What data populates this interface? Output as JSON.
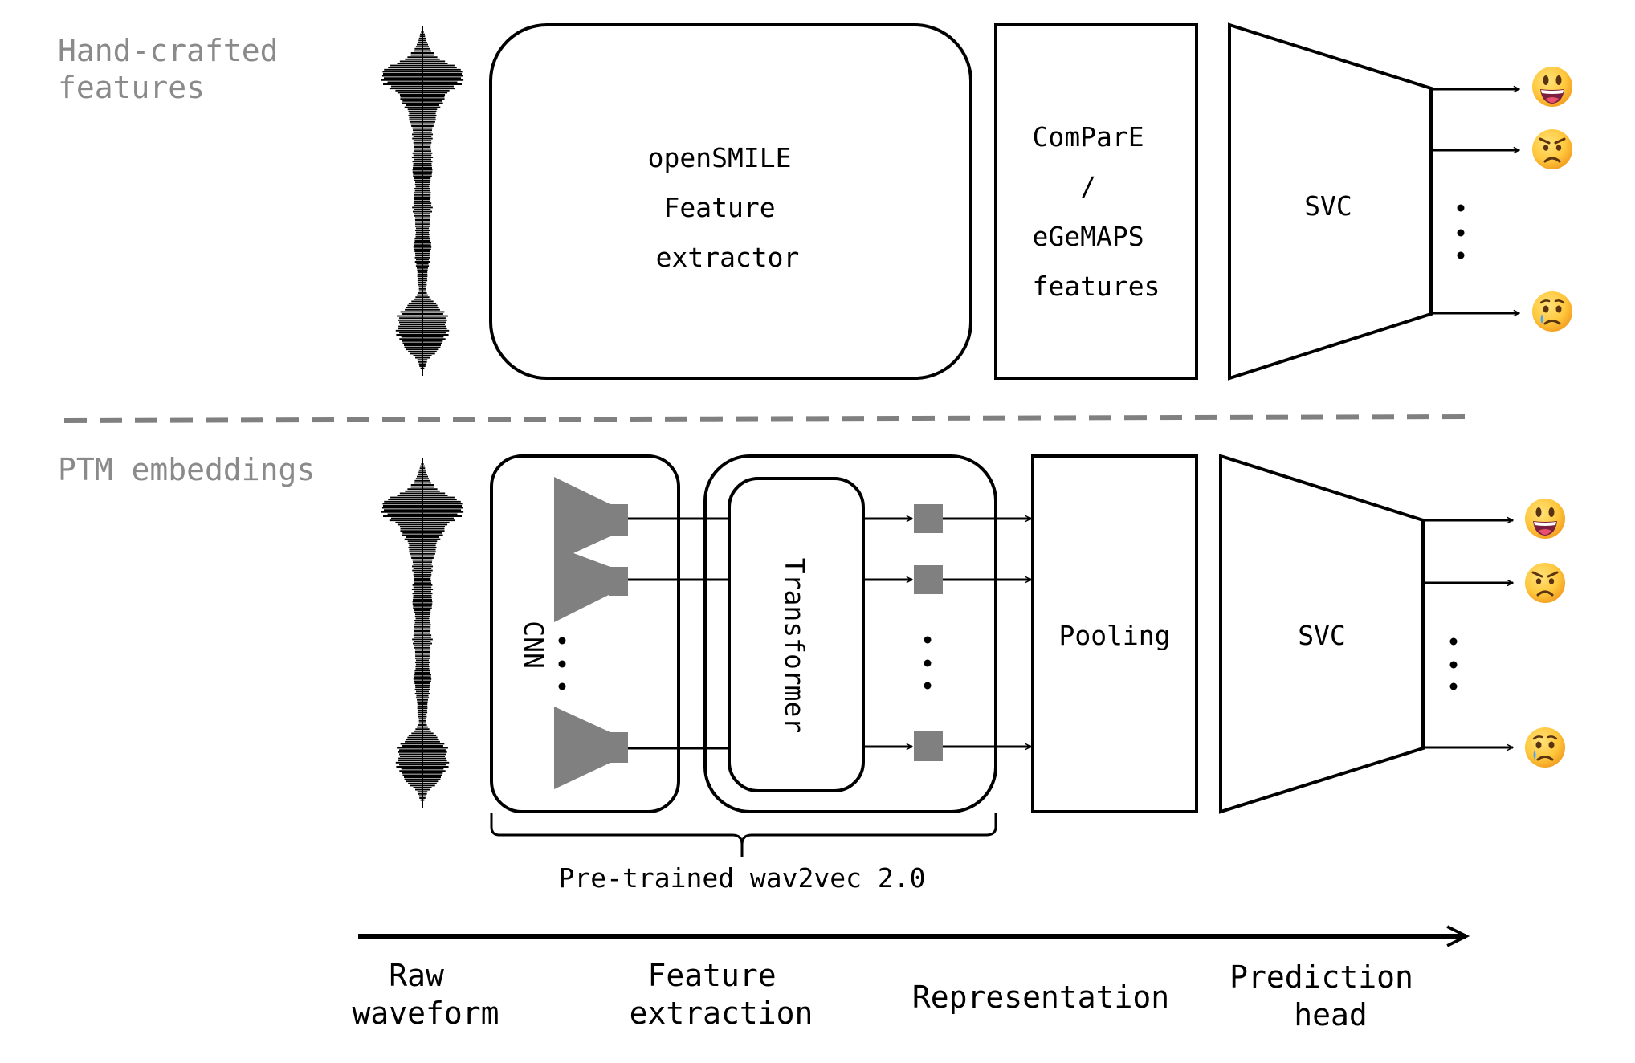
{
  "rows": {
    "top_label": [
      "Hand-crafted",
      "features"
    ],
    "bottom_label": [
      "PTM embeddings"
    ]
  },
  "top": {
    "extractor_lines": [
      "openSMILE",
      "Feature",
      "extractor"
    ],
    "features_lines": [
      "ComParE",
      "/",
      "eGeMAPS",
      "features"
    ],
    "head_label": "SVC",
    "outputs": [
      "grinning-face-icon",
      "angry-face-icon",
      "vertical-ellipsis",
      "crying-face-icon"
    ]
  },
  "bottom": {
    "cnn_label": "CNN",
    "transformer_label": "Transformer",
    "pooling_label": "Pooling",
    "head_label": "SVC",
    "brace_label": "Pre-trained wav2vec 2.0",
    "outputs": [
      "grinning-face-icon",
      "angry-face-icon",
      "vertical-ellipsis",
      "crying-face-icon"
    ]
  },
  "axis": {
    "stages": [
      [
        "Raw",
        "waveform"
      ],
      [
        "Feature",
        "extraction"
      ],
      [
        "Representation"
      ],
      [
        "Prediction",
        "head"
      ]
    ]
  },
  "colors": {
    "label_gray": "#8a8a8a",
    "block_gray": "#808080",
    "emoji_yellow": "#ffc83d",
    "emoji_orange": "#ff9a2e"
  }
}
